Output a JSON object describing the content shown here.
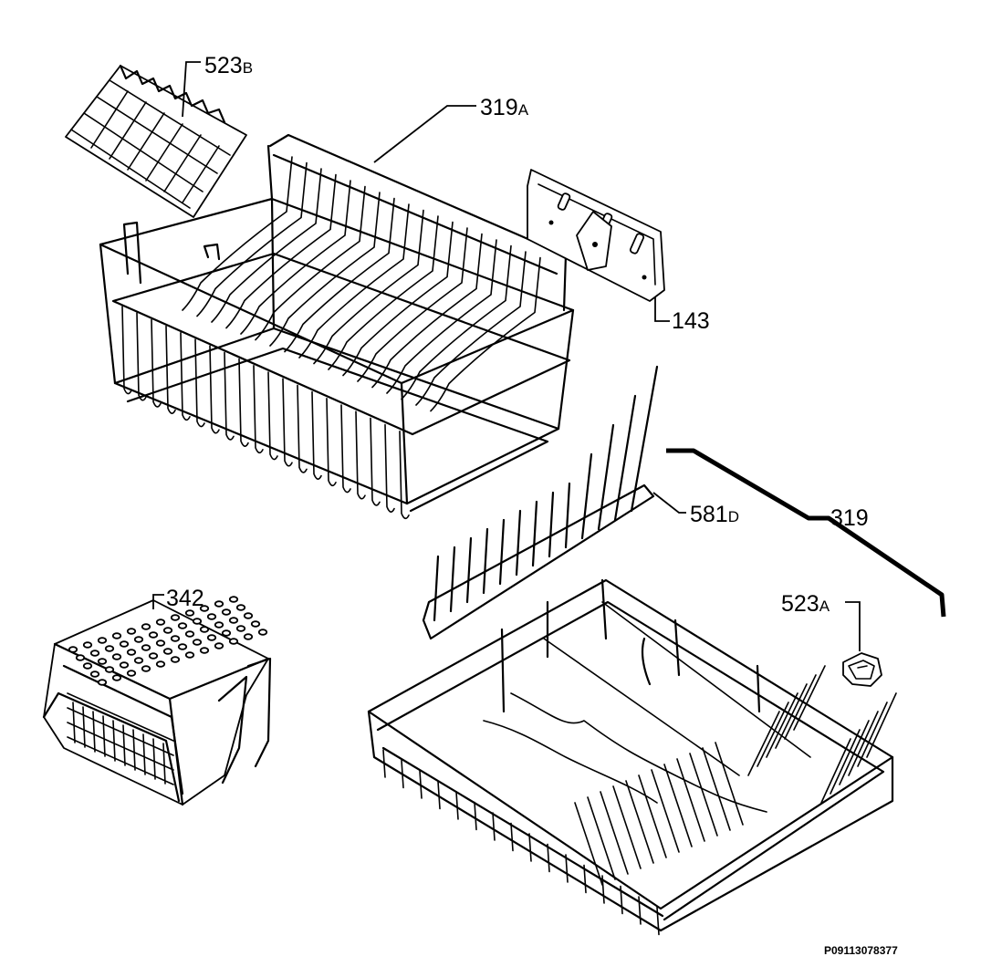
{
  "diagram": {
    "drawing_code": "P09113078377",
    "parts": [
      {
        "id": "523b",
        "number": "523",
        "suffix": "B"
      },
      {
        "id": "319a",
        "number": "319",
        "suffix": "A"
      },
      {
        "id": "143",
        "number": "143",
        "suffix": ""
      },
      {
        "id": "581d",
        "number": "581",
        "suffix": "D"
      },
      {
        "id": "319",
        "number": "319",
        "suffix": ""
      },
      {
        "id": "342",
        "number": "342",
        "suffix": ""
      },
      {
        "id": "523a",
        "number": "523",
        "suffix": "A"
      }
    ]
  }
}
